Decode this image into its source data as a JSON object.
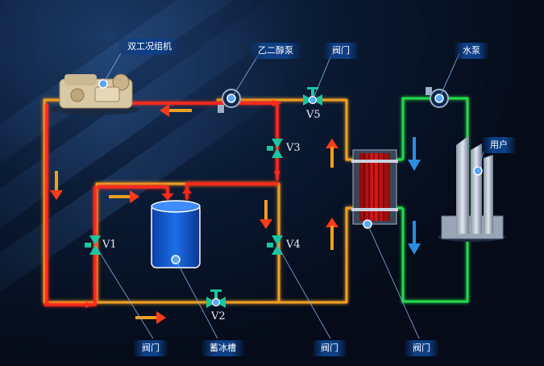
{
  "labels": {
    "chiller": "双工况组机",
    "glycol_pump": "乙二醇泵",
    "valve_top": "阀门",
    "water_pump": "水泵",
    "user": "用户",
    "valve_bottom_left": "阀门",
    "ice_tank": "蓄冰槽",
    "valve_bottom_mid": "阀门",
    "valve_bottom_right": "阀门"
  },
  "valves": {
    "v1": "V1",
    "v2": "V2",
    "v3": "V3",
    "v4": "V4",
    "v5": "V5"
  },
  "colors": {
    "pipe_orange": "#f0a020",
    "pipe_red": "#ff2a1a",
    "pipe_green": "#23d94a",
    "valve_teal": "#18c7a0",
    "arrow_blue": "#2a8fe0",
    "label_bg": "#0e3f86"
  }
}
